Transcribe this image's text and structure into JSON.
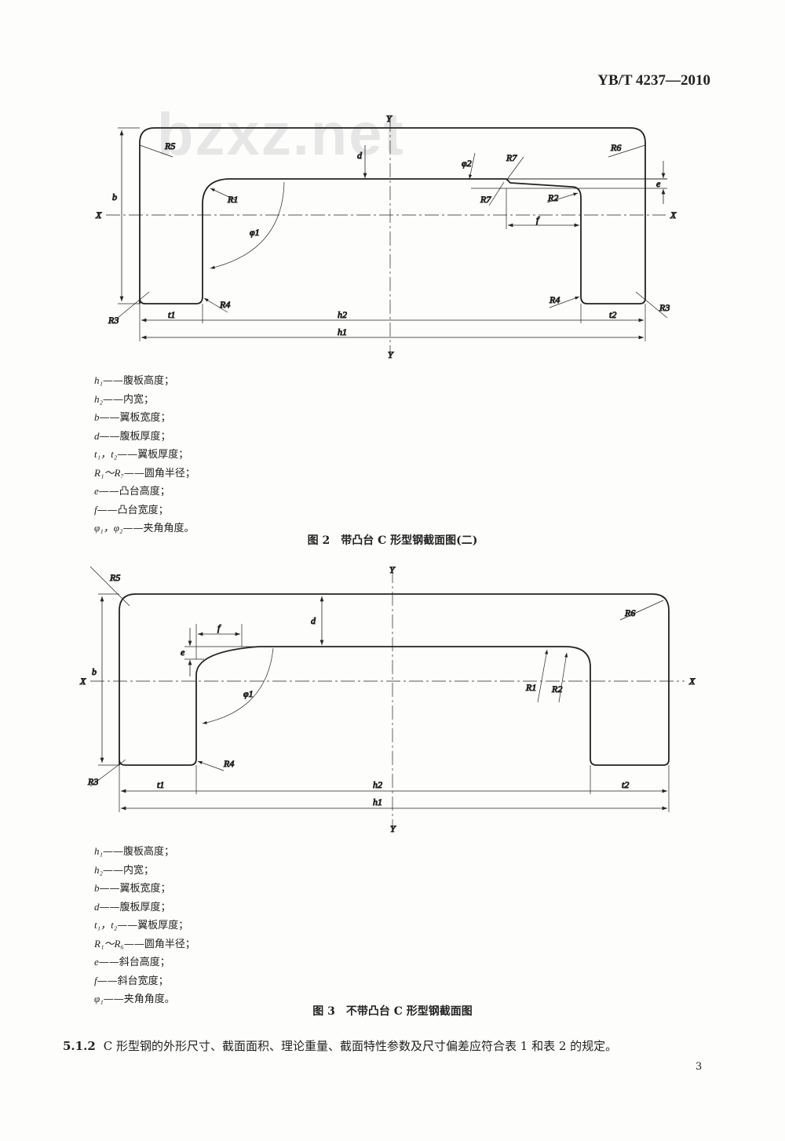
{
  "header": {
    "standard_no": "YB/T 4237—2010"
  },
  "watermark": "bzxz.net",
  "figure2": {
    "labels": {
      "Y": "Y",
      "X": "X",
      "b": "b",
      "d": "d",
      "R1": "R1",
      "R2": "R2",
      "R3": "R3",
      "R4": "R4",
      "R5": "R5",
      "R6": "R6",
      "R7": "R7",
      "phi1": "φ1",
      "phi2": "φ2",
      "e": "e",
      "f": "f",
      "t1": "t1",
      "t2": "t2",
      "h1": "h1",
      "h2": "h2"
    },
    "legend": [
      {
        "sym": "h₁",
        "desc": "——腹板高度；"
      },
      {
        "sym": "h₂",
        "desc": "——内宽；"
      },
      {
        "sym": "b",
        "desc": "——翼板宽度；"
      },
      {
        "sym": "d",
        "desc": "——腹板厚度；"
      },
      {
        "sym": "t₁，t₂",
        "desc": "——翼板厚度；"
      },
      {
        "sym": "R₁～R₇",
        "desc": "——圆角半径；"
      },
      {
        "sym": "e",
        "desc": "——凸台高度；"
      },
      {
        "sym": "f",
        "desc": "——凸台宽度；"
      },
      {
        "sym": "φ₁，φ₂",
        "desc": "——夹角角度。"
      }
    ],
    "caption": "图 2　带凸台 C 形型钢截面图(二)"
  },
  "figure3": {
    "labels": {
      "Y": "Y",
      "X": "X",
      "b": "b",
      "d": "d",
      "R1": "R1",
      "R2": "R2",
      "R3": "R3",
      "R4": "R4",
      "R5": "R5",
      "R6": "R6",
      "phi1": "φ1",
      "e": "e",
      "f": "f",
      "t1": "t1",
      "t2": "t2",
      "h1": "h1",
      "h2": "h2"
    },
    "legend": [
      {
        "sym": "h₁",
        "desc": "——腹板高度；"
      },
      {
        "sym": "h₂",
        "desc": "——内宽；"
      },
      {
        "sym": "b",
        "desc": "——翼板宽度；"
      },
      {
        "sym": "d",
        "desc": "——腹板厚度；"
      },
      {
        "sym": "t₁，t₂",
        "desc": "——翼板厚度；"
      },
      {
        "sym": "R₁～R₆",
        "desc": "——圆角半径；"
      },
      {
        "sym": "e",
        "desc": "——斜台高度；"
      },
      {
        "sym": "f",
        "desc": "——斜台宽度；"
      },
      {
        "sym": "φ₁",
        "desc": "——夹角角度。"
      }
    ],
    "caption": "图 3　不带凸台 C 形型钢截面图"
  },
  "clause": {
    "number": "5.1.2",
    "text": "C 形型钢的外形尺寸、截面面积、理论重量、截面特性参数及尺寸偏差应符合表 1 和表 2 的规定。"
  },
  "page_number": "3"
}
